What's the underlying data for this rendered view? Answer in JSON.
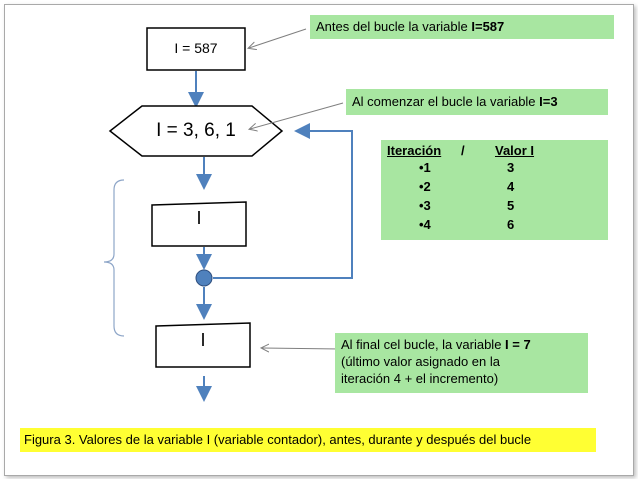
{
  "nodes": {
    "init_box": "I = 587",
    "loop_hex": "I = 3, 6, 1",
    "output_1": "I",
    "output_2": "I"
  },
  "notes": {
    "before": {
      "prefix": "Antes del bucle la variable ",
      "value": "I=587"
    },
    "start": {
      "prefix": "Al comenzar el bucle la variable ",
      "value": "I=3"
    },
    "end": {
      "line1_prefix": "Al final cel bucle, la variable ",
      "line1_value": "I = 7",
      "line2": "(último valor asignado en la",
      "line3": "iteración 4 + el incremento)"
    }
  },
  "iteration_table": {
    "header_iter": "Iteración",
    "header_sep": "/",
    "header_value": "Valor I",
    "rows": [
      {
        "iter": "•1",
        "value": "3"
      },
      {
        "iter": "•2",
        "value": "4"
      },
      {
        "iter": "•3",
        "value": "5"
      },
      {
        "iter": "•4",
        "value": "6"
      }
    ]
  },
  "caption": "Figura 3. Valores de la variable I (variable contador), antes, durante y después del bucle",
  "colors": {
    "note_fill": "#a8e6a1",
    "caption_fill": "#ffff33",
    "arrow": "#4f81bd",
    "connector_fill": "#4f81bd"
  }
}
